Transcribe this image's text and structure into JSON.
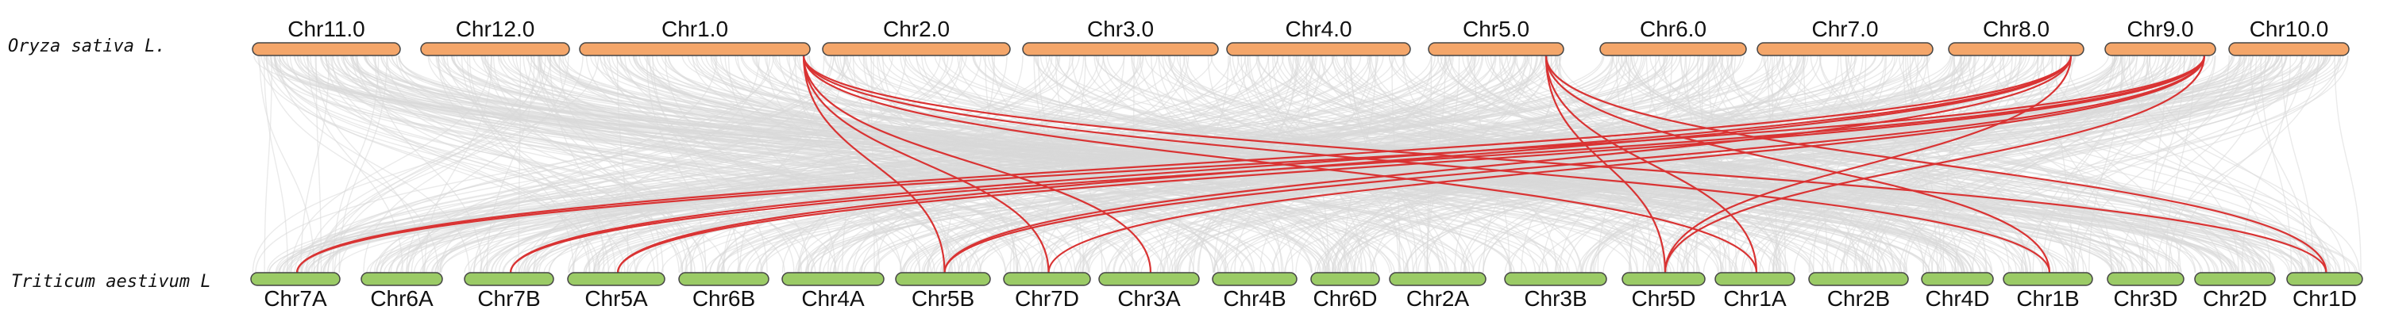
{
  "colors": {
    "top_chromosome": "#F4A66A",
    "bottom_chromosome": "#9BCB66",
    "chromosome_outline": "#444444",
    "background_links": "#D9D9D9",
    "highlight_links": "#D93333"
  },
  "species": {
    "top": "Oryza sativa L.",
    "bottom": "Triticum aestivum L"
  },
  "top_chromosomes": [
    "Chr11.0",
    "Chr12.0",
    "Chr1.0",
    "Chr2.0",
    "Chr3.0",
    "Chr4.0",
    "Chr5.0",
    "Chr6.0",
    "Chr7.0",
    "Chr8.0",
    "Chr9.0",
    "Chr10.0"
  ],
  "bottom_chromosomes": [
    "Chr7A",
    "Chr6A",
    "Chr7B",
    "Chr5A",
    "Chr6B",
    "Chr4A",
    "Chr5B",
    "Chr7D",
    "Chr3A",
    "Chr4B",
    "Chr6D",
    "Chr2A",
    "Chr3B",
    "Chr5D",
    "Chr1A",
    "Chr2B",
    "Chr4D",
    "Chr1B",
    "Chr3D",
    "Chr2D",
    "Chr1D"
  ],
  "highlighted_links": [
    {
      "from": "Chr1.0",
      "to": "Chr3A"
    },
    {
      "from": "Chr1.0",
      "to": "Chr5B"
    },
    {
      "from": "Chr1.0",
      "to": "Chr7D"
    },
    {
      "from": "Chr1.0",
      "to": "Chr1A"
    },
    {
      "from": "Chr1.0",
      "to": "Chr1B"
    },
    {
      "from": "Chr1.0",
      "to": "Chr1D"
    },
    {
      "from": "Chr5.0",
      "to": "Chr5D"
    },
    {
      "from": "Chr5.0",
      "to": "Chr1A"
    },
    {
      "from": "Chr5.0",
      "to": "Chr1B"
    },
    {
      "from": "Chr5.0",
      "to": "Chr1D"
    },
    {
      "from": "Chr8.0",
      "to": "Chr7A"
    },
    {
      "from": "Chr8.0",
      "to": "Chr7B"
    },
    {
      "from": "Chr8.0",
      "to": "Chr5A"
    },
    {
      "from": "Chr8.0",
      "to": "Chr5B"
    },
    {
      "from": "Chr8.0",
      "to": "Chr5D"
    },
    {
      "from": "Chr9.0",
      "to": "Chr7A"
    },
    {
      "from": "Chr9.0",
      "to": "Chr7B"
    },
    {
      "from": "Chr9.0",
      "to": "Chr5A"
    },
    {
      "from": "Chr9.0",
      "to": "Chr5B"
    },
    {
      "from": "Chr9.0",
      "to": "Chr7D"
    },
    {
      "from": "Chr9.0",
      "to": "Chr5D"
    }
  ]
}
